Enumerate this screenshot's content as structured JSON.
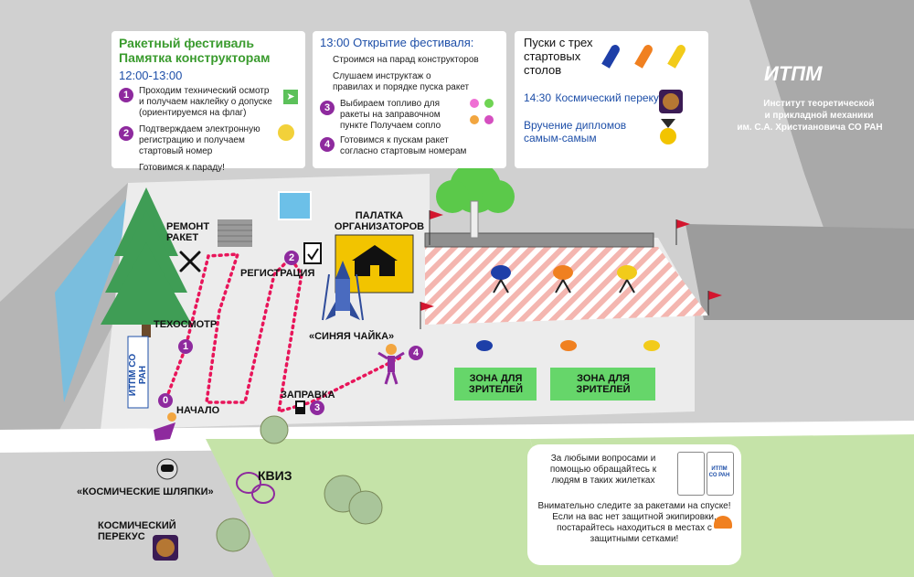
{
  "card1": {
    "title_line1": "Ракетный фестиваль",
    "title_line2": "Памятка конструкторам",
    "time": "12:00-13:00",
    "items": [
      {
        "num": "1",
        "text": "Проходим технический осмотр и получаем наклейку о допуске (ориентируемся на флаг)"
      },
      {
        "num": "2",
        "text": "Подтверждаем электронную регистрацию и получаем стартовый номер"
      },
      {
        "num": "",
        "text": "Готовимся к параду!"
      }
    ]
  },
  "card2": {
    "time_title": "13:00  Открытие фестиваля:",
    "line1": "Строимся на парад конструкторов",
    "line2": "Слушаем инструктаж о правилах и порядке пуска ракет",
    "items": [
      {
        "num": "3",
        "text": "Выбираем топливо для ракеты на заправочном пункте Получаем сопло"
      },
      {
        "num": "4",
        "text": "Готовимся к пускам ракет согласно стартовым номерам"
      }
    ]
  },
  "card3": {
    "launch_title": "Пуски с трех стартовых столов",
    "break_time": "14:30",
    "break_text": "Космический перекус",
    "diploma_text": "Вручение дипломов самым-самым"
  },
  "logo": {
    "name": "ИТПМ",
    "line1": "Институт теоретической",
    "line2": "и прикладной механики",
    "line3": "им. С.А. Христиановича СО РАН"
  },
  "map_labels": {
    "repair": "РЕМОНТ РАКЕТ",
    "registration": "РЕГИСТРАЦИЯ",
    "tent": "ПАЛАТКА ОРГАНИЗАТОРОВ",
    "inspection": "ТЕХОСМОТР",
    "rocket_name": "«СИНЯЯ ЧАЙКА»",
    "start": "НАЧАЛО",
    "fuel": "ЗАПРАВКА",
    "quiz": "КВИЗ",
    "hats": "«КОСМИЧЕСКИЕ ШЛЯПКИ»",
    "snack": "КОСМИЧЕСКИЙ ПЕРЕКУС",
    "zone1": "ЗОНА ДЛЯ ЗРИТЕЛЕЙ",
    "zone2": "ЗОНА ДЛЯ ЗРИТЕЛЕЙ",
    "building_sign": "ИТПМ СО РАН"
  },
  "steps": {
    "s0": "0",
    "s1": "1",
    "s2": "2",
    "s3": "3",
    "s4": "4"
  },
  "info": {
    "vest_text": "За любыми вопросами и помощью обращайтесь к людям в таких жилетках",
    "safety_text": "Внимательно следите за ракетами на спуске! Если на вас нет защитной экипировки, постарайтесь находиться в местах с защитными сетками!",
    "vest_print": "ИТПМ СО РАН"
  },
  "colors": {
    "purple": "#8e2a9e",
    "green_title": "#3a9b2e",
    "blue_title": "#1e4fa8",
    "path": "#e8155a",
    "tent": "#f2c400",
    "zone": "#66d66a"
  }
}
